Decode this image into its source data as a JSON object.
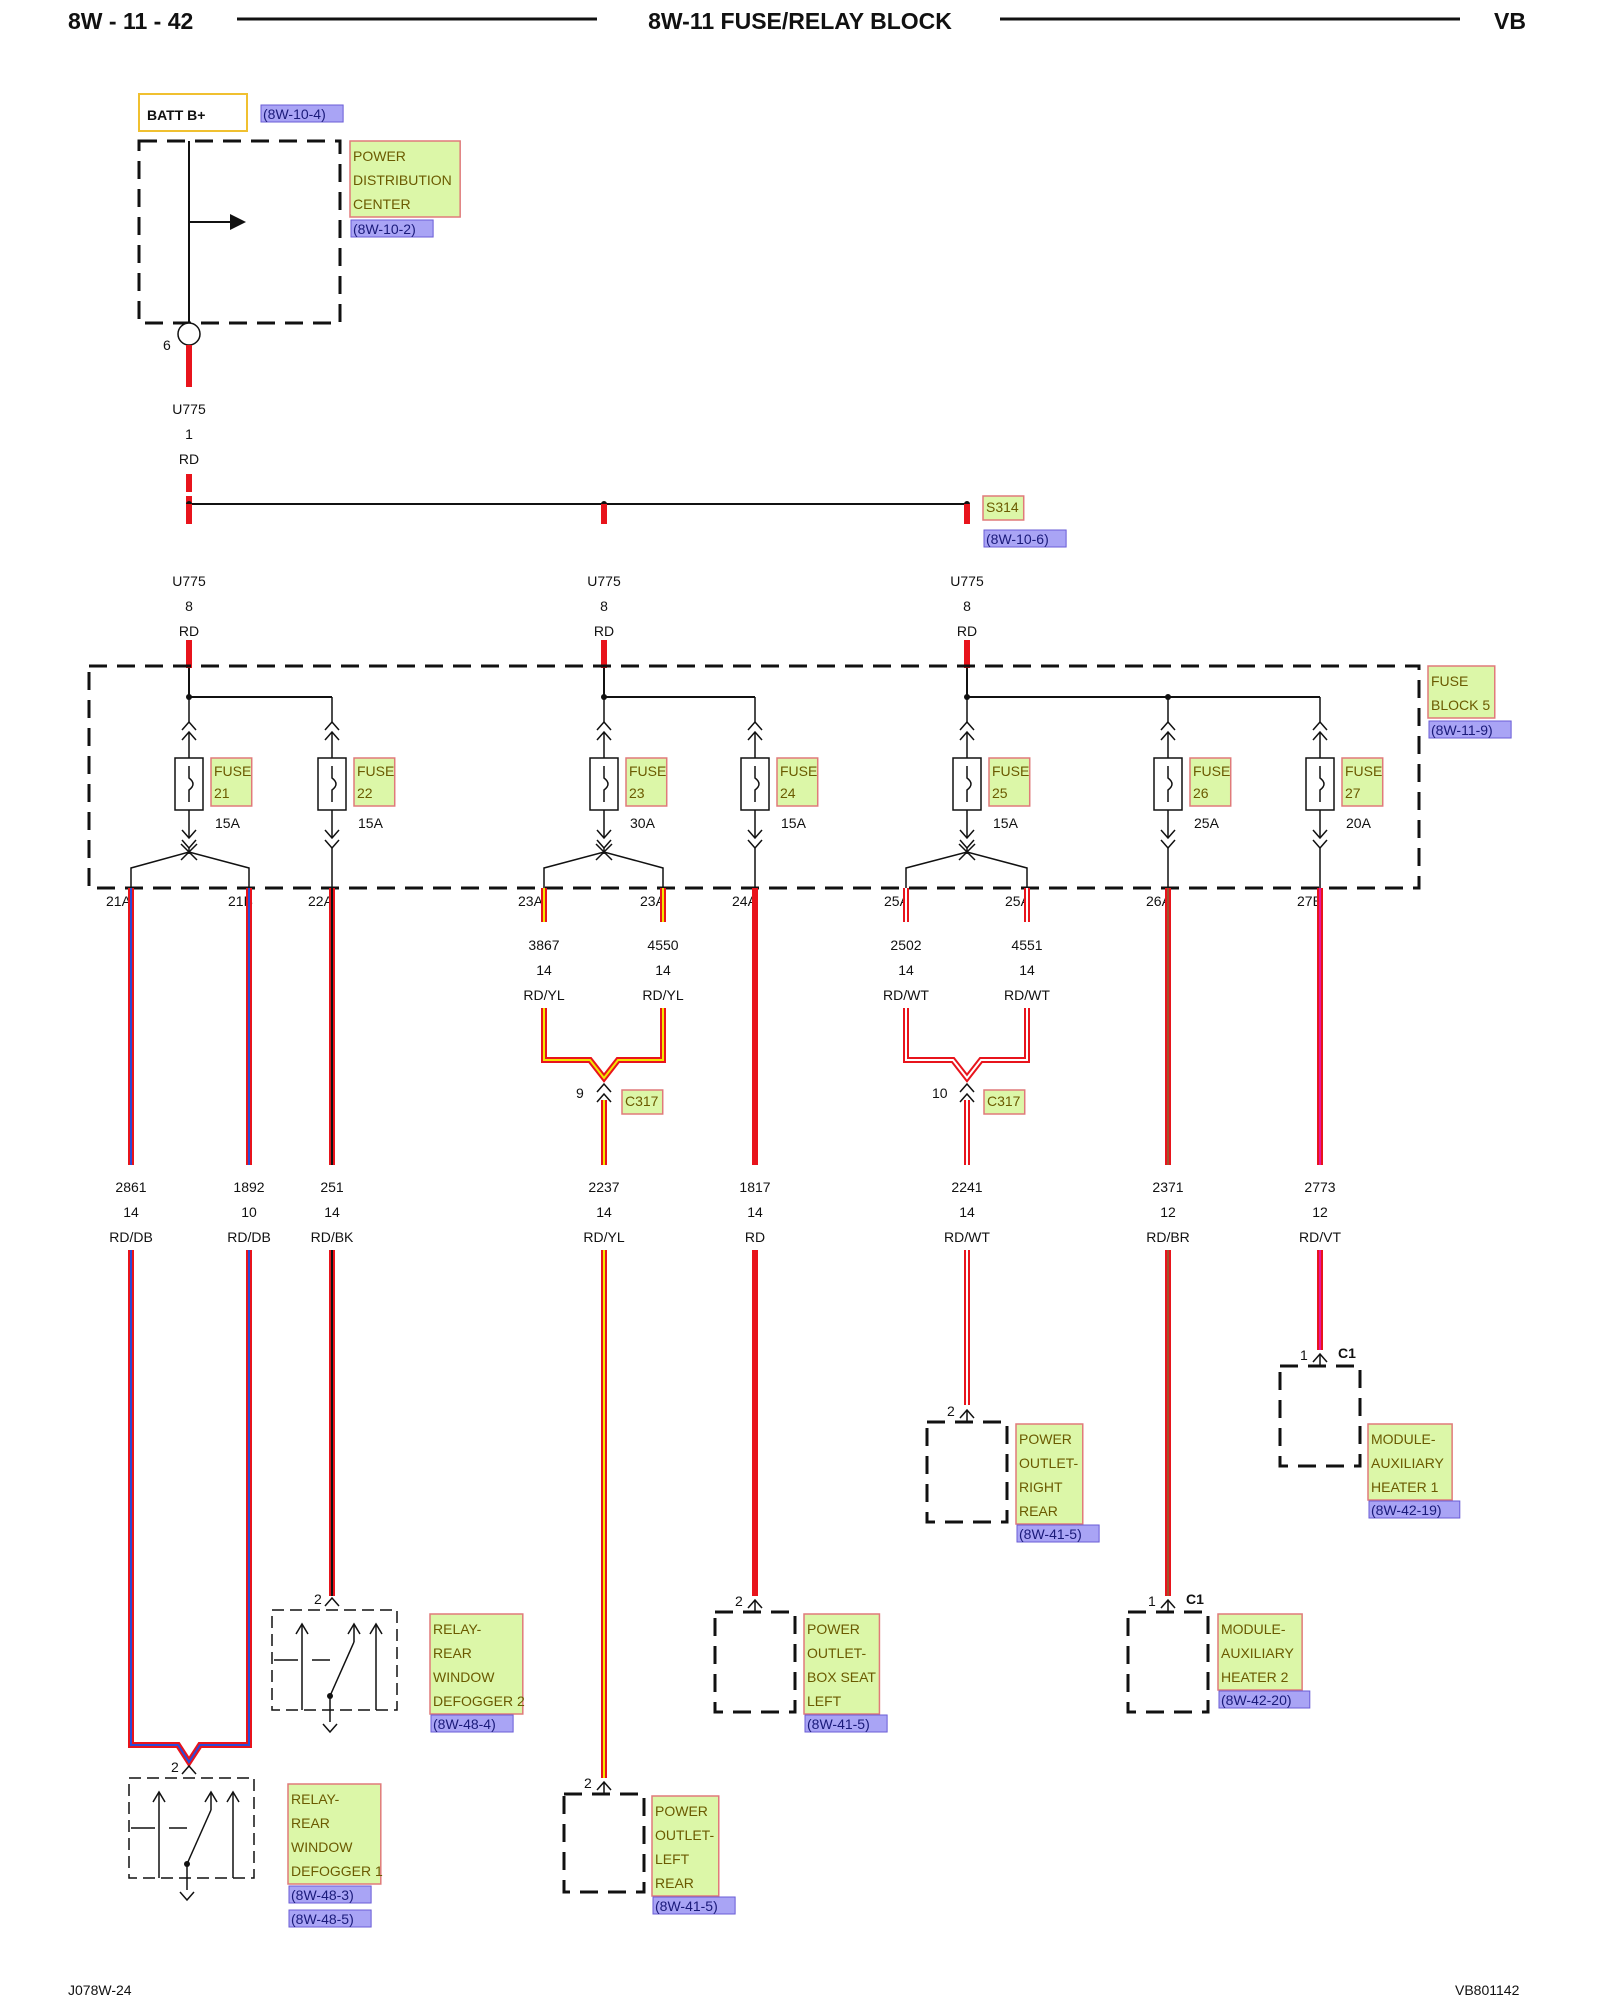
{
  "header": {
    "page": "8W - 11 - 42",
    "title": "8W-11 FUSE/RELAY BLOCK",
    "code": "VB"
  },
  "footer": {
    "left": "J078W-24",
    "right": "VB801142"
  },
  "colors": {
    "rd": "#e8141c",
    "yl": "#f2e600",
    "wt": "#ffffff",
    "db": "#2a4bd7",
    "bk": "#111111",
    "br": "#a0522d",
    "vt": "#e8149a",
    "component_fill": "#dcf7a8",
    "component_border": "#e07a7a",
    "ref_fill": "#a9a4f5",
    "ref_border": "#6a5cd6",
    "batt_border": "#f0c030"
  },
  "top": {
    "batt": "BATT B+",
    "batt_ref": "(8W-10-4)",
    "pdc_label": [
      "POWER",
      "DISTRIBUTION",
      "CENTER"
    ],
    "pdc_ref": "(8W-10-2)",
    "pdc_pin": "6",
    "wire": [
      "U775",
      "1",
      "RD"
    ],
    "splice": "S314",
    "splice_ref": "(8W-10-6)"
  },
  "feeds": [
    [
      "U775",
      "8",
      "RD"
    ],
    [
      "U775",
      "8",
      "RD"
    ],
    [
      "U775",
      "8",
      "RD"
    ]
  ],
  "fuse_block": {
    "label": [
      "FUSE",
      "BLOCK 5"
    ],
    "ref": "(8W-11-9)"
  },
  "fuses": [
    {
      "num": "21",
      "rating": "15A"
    },
    {
      "num": "22",
      "rating": "15A"
    },
    {
      "num": "23",
      "rating": "30A"
    },
    {
      "num": "24",
      "rating": "15A"
    },
    {
      "num": "25",
      "rating": "15A"
    },
    {
      "num": "26",
      "rating": "25A"
    },
    {
      "num": "27",
      "rating": "20A"
    }
  ],
  "fuse_word": "FUSE",
  "pins": [
    "21A",
    "21B",
    "22A",
    "23A",
    "23A",
    "24A",
    "25A",
    "25A",
    "26A",
    "27B"
  ],
  "upper_wires": [
    [
      "3867",
      "14",
      "RD/YL"
    ],
    [
      "4550",
      "14",
      "RD/YL"
    ],
    [
      "2502",
      "14",
      "RD/WT"
    ],
    [
      "4551",
      "14",
      "RD/WT"
    ]
  ],
  "c317": [
    {
      "pin": "9",
      "name": "C317"
    },
    {
      "pin": "10",
      "name": "C317"
    }
  ],
  "lower_wires": [
    [
      "2861",
      "14",
      "RD/DB"
    ],
    [
      "1892",
      "10",
      "RD/DB"
    ],
    [
      "251",
      "14",
      "RD/BK"
    ],
    [
      "2237",
      "14",
      "RD/YL"
    ],
    [
      "1817",
      "14",
      "RD"
    ],
    [
      "2241",
      "14",
      "RD/WT"
    ],
    [
      "2371",
      "12",
      "RD/BR"
    ],
    [
      "2773",
      "12",
      "RD/VT"
    ]
  ],
  "loads": {
    "relay1": {
      "pin": "2",
      "label": [
        "RELAY-",
        "REAR",
        "WINDOW",
        "DEFOGGER 1"
      ],
      "refs": [
        "(8W-48-3)",
        "(8W-48-5)"
      ]
    },
    "relay2": {
      "pin": "2",
      "label": [
        "RELAY-",
        "REAR",
        "WINDOW",
        "DEFOGGER 2"
      ],
      "refs": [
        "(8W-48-4)"
      ]
    },
    "pol": {
      "pin": "2",
      "label": [
        "POWER",
        "OUTLET-",
        "LEFT",
        "REAR"
      ],
      "refs": [
        "(8W-41-5)"
      ]
    },
    "pob": {
      "pin": "2",
      "label": [
        "POWER",
        "OUTLET-",
        "BOX SEAT",
        "LEFT"
      ],
      "refs": [
        "(8W-41-5)"
      ]
    },
    "por": {
      "pin": "2",
      "label": [
        "POWER",
        "OUTLET-",
        "RIGHT",
        "REAR"
      ],
      "refs": [
        "(8W-41-5)"
      ]
    },
    "mah2": {
      "pin": "1",
      "conn": "C1",
      "label": [
        "MODULE-",
        "AUXILIARY",
        "HEATER 2"
      ],
      "refs": [
        "(8W-42-20)"
      ]
    },
    "mah1": {
      "pin": "1",
      "conn": "C1",
      "label": [
        "MODULE-",
        "AUXILIARY",
        "HEATER 1"
      ],
      "refs": [
        "(8W-42-19)"
      ]
    }
  }
}
